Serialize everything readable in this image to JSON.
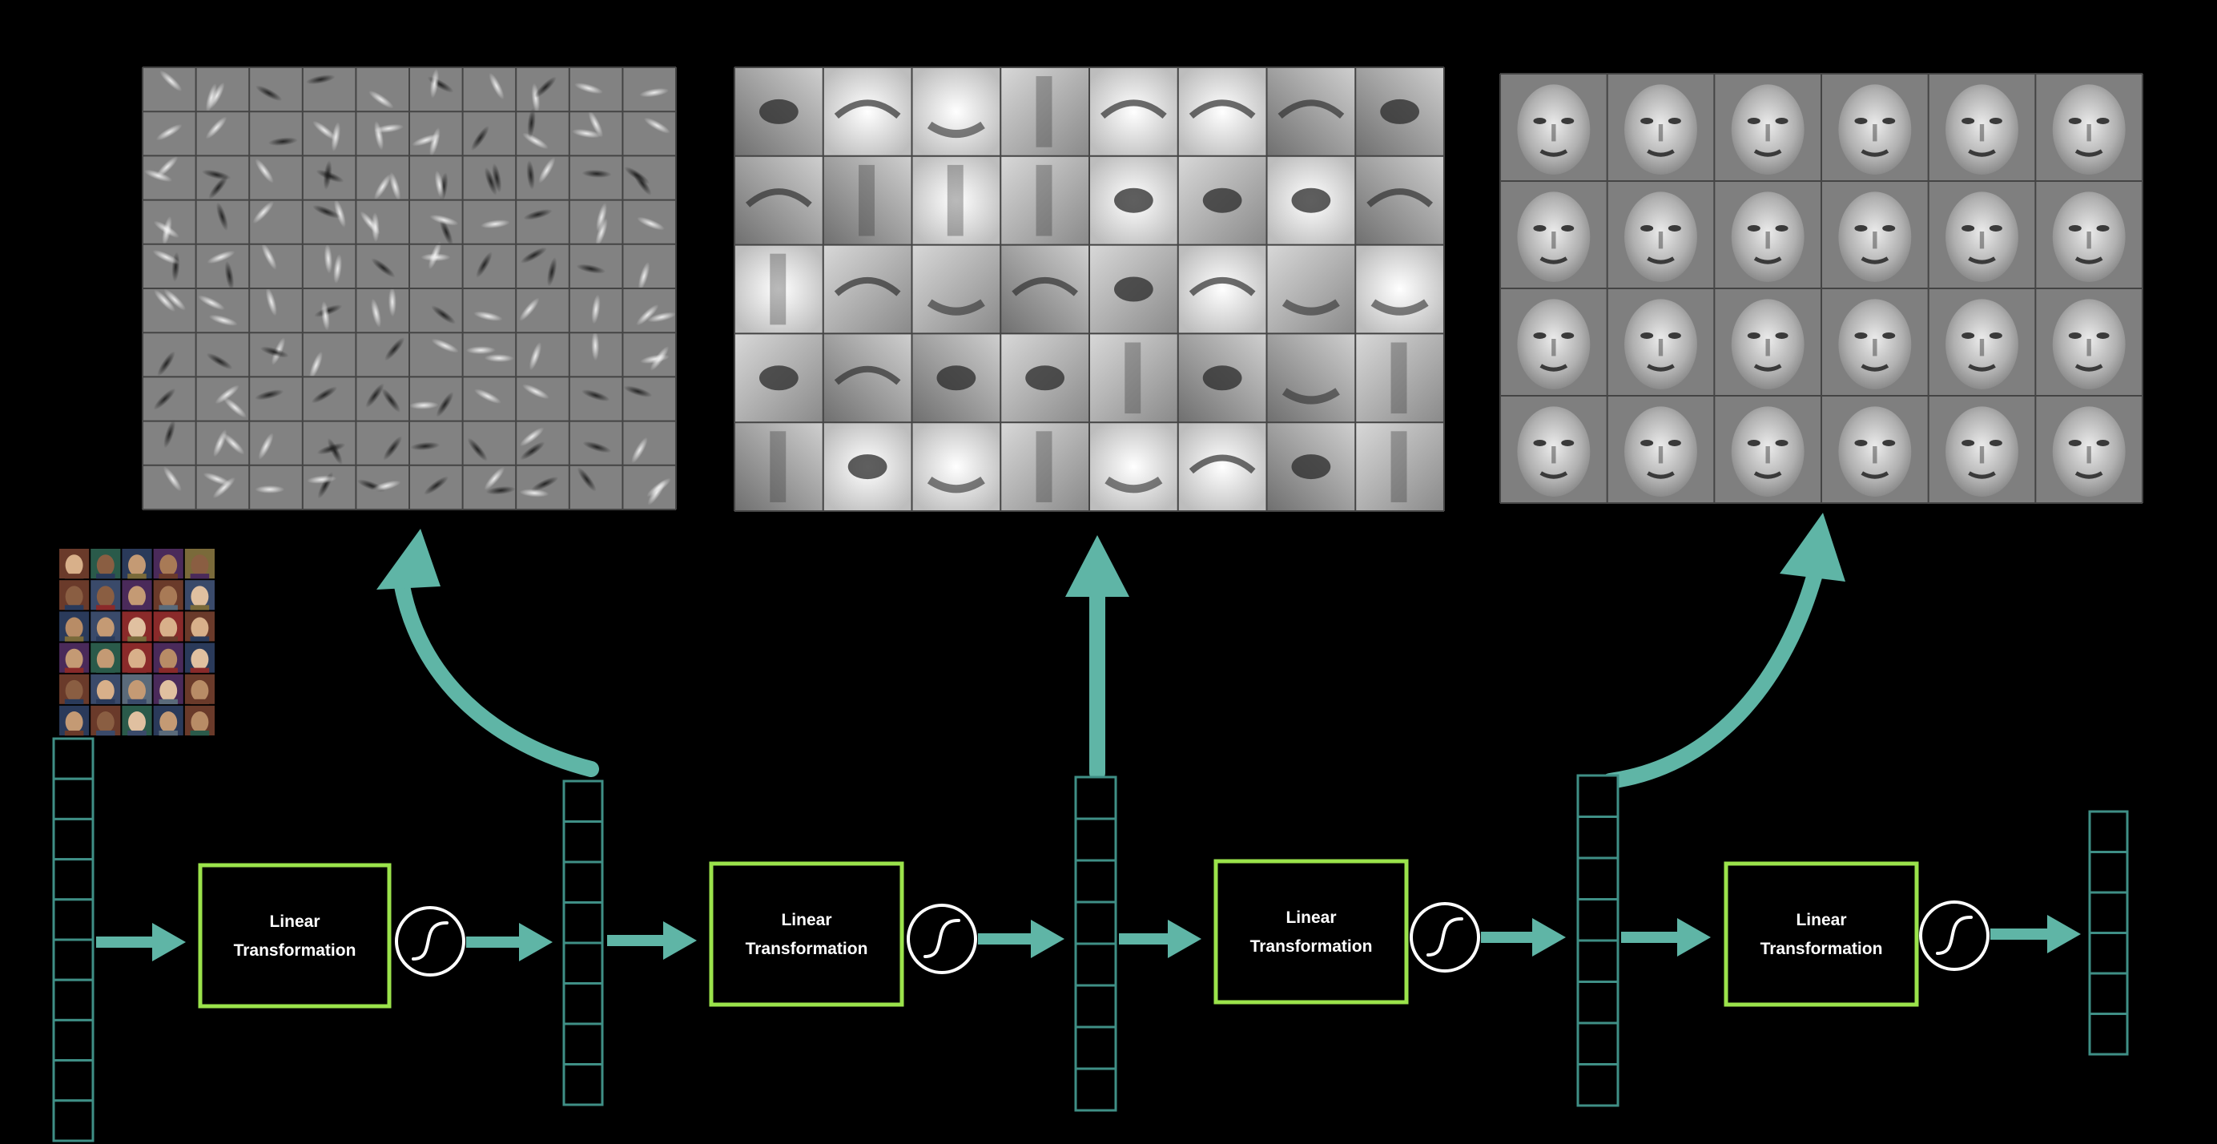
{
  "diagram": {
    "input_images_label": "",
    "layers": [
      {
        "label_line1": "Linear",
        "label_line2": "Transformation",
        "activation_icon": "sigmoid-icon"
      },
      {
        "label_line1": "Linear",
        "label_line2": "Transformation",
        "activation_icon": "sigmoid-icon"
      },
      {
        "label_line1": "Linear",
        "label_line2": "Transformation",
        "activation_icon": "sigmoid-icon"
      },
      {
        "label_line1": "Linear",
        "label_line2": "Transformation",
        "activation_icon": "sigmoid-icon"
      }
    ],
    "feature_panels": [
      {
        "content": "edge filters",
        "grid": {
          "rows": 10,
          "cols": 10
        }
      },
      {
        "content": "face parts",
        "grid": {
          "rows": 5,
          "cols": 8
        }
      },
      {
        "content": "faces",
        "grid": {
          "rows": 4,
          "cols": 6
        }
      }
    ],
    "vectors": [
      {
        "cells": 10
      },
      {
        "cells": 8
      },
      {
        "cells": 8
      },
      {
        "cells": 8
      },
      {
        "cells": 6
      }
    ],
    "colors": {
      "background": "#000000",
      "arrow": "#5fb5a6",
      "vector_stroke": "#3f8f86",
      "box_stroke": "#9be34b",
      "text": "#ffffff",
      "sigmoid_stroke": "#ffffff"
    }
  }
}
